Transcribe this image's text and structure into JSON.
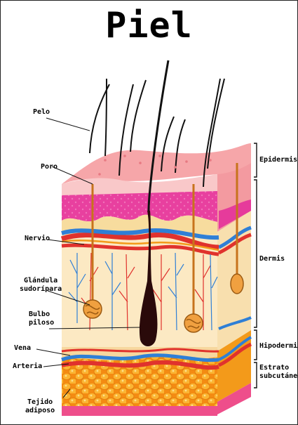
{
  "title": "Piel",
  "labels_left": {
    "pelo": "Pelo",
    "poro": "Poro",
    "nervio": "Nervio",
    "glandula_1": "Glándula",
    "glandula_2": "sudorípara",
    "bulbo_1": "Bulbo",
    "bulbo_2": "piloso",
    "vena": "Vena",
    "arteria": "Arteria",
    "tejido_1": "Tejido",
    "tejido_2": "adiposo"
  },
  "labels_right": {
    "epidermis": "Epidermis",
    "dermis": "Dermis",
    "hipodermis": "Hipodermis",
    "estrato_1": "Estrato",
    "estrato_2": "subcutáneo"
  },
  "colors": {
    "epidermis_top": "#f7a8ab",
    "epidermis_front": "#f9c9c9",
    "pink_layer": "#e63b9b",
    "dermis": "#fbe8c0",
    "fat": "#f7a21c",
    "vein": "#2f7fd6",
    "artery": "#e0322d",
    "hair": "#111111"
  }
}
